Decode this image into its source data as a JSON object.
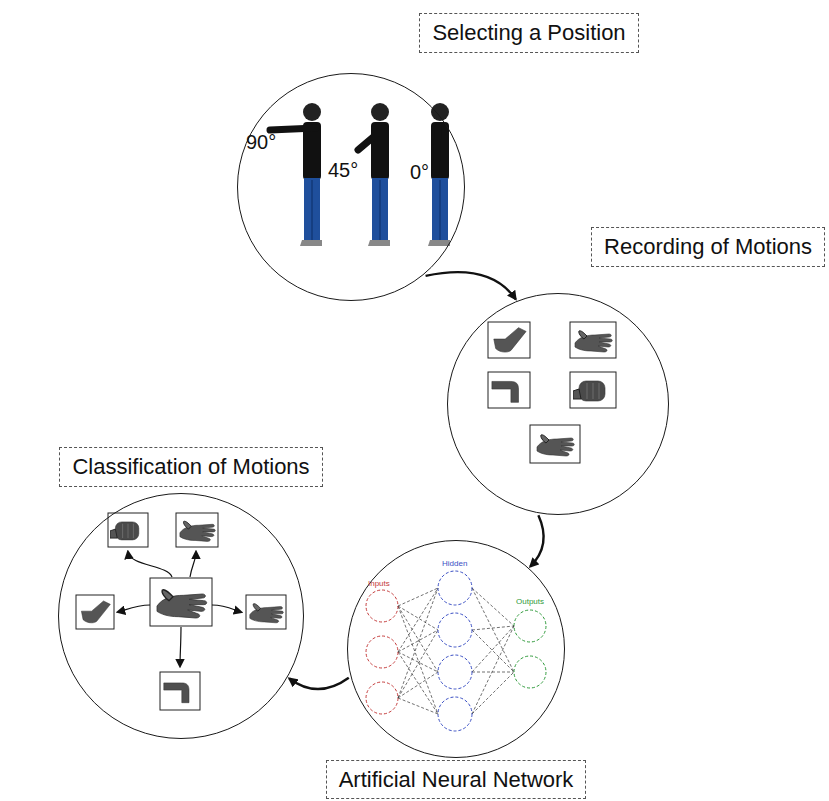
{
  "diagram": {
    "nodes": [
      {
        "text": [
          "Selecting a Position"
        ]
      },
      {
        "text": [
          "Recording of Motions"
        ]
      },
      {
        "text": [
          "Artificial Neural Network"
        ]
      },
      {
        "text": [
          "Classification of Motions"
        ]
      }
    ],
    "edges": [
      {
        "from": 0,
        "to": 1,
        "arrow": "to"
      },
      {
        "from": 1,
        "to": 2,
        "arrow": "to"
      },
      {
        "from": 2,
        "to": 3,
        "arrow": "to"
      }
    ],
    "labels": [
      "90°",
      "45°",
      "0°",
      "Inputs",
      "Hidden",
      "Outputs"
    ]
  }
}
